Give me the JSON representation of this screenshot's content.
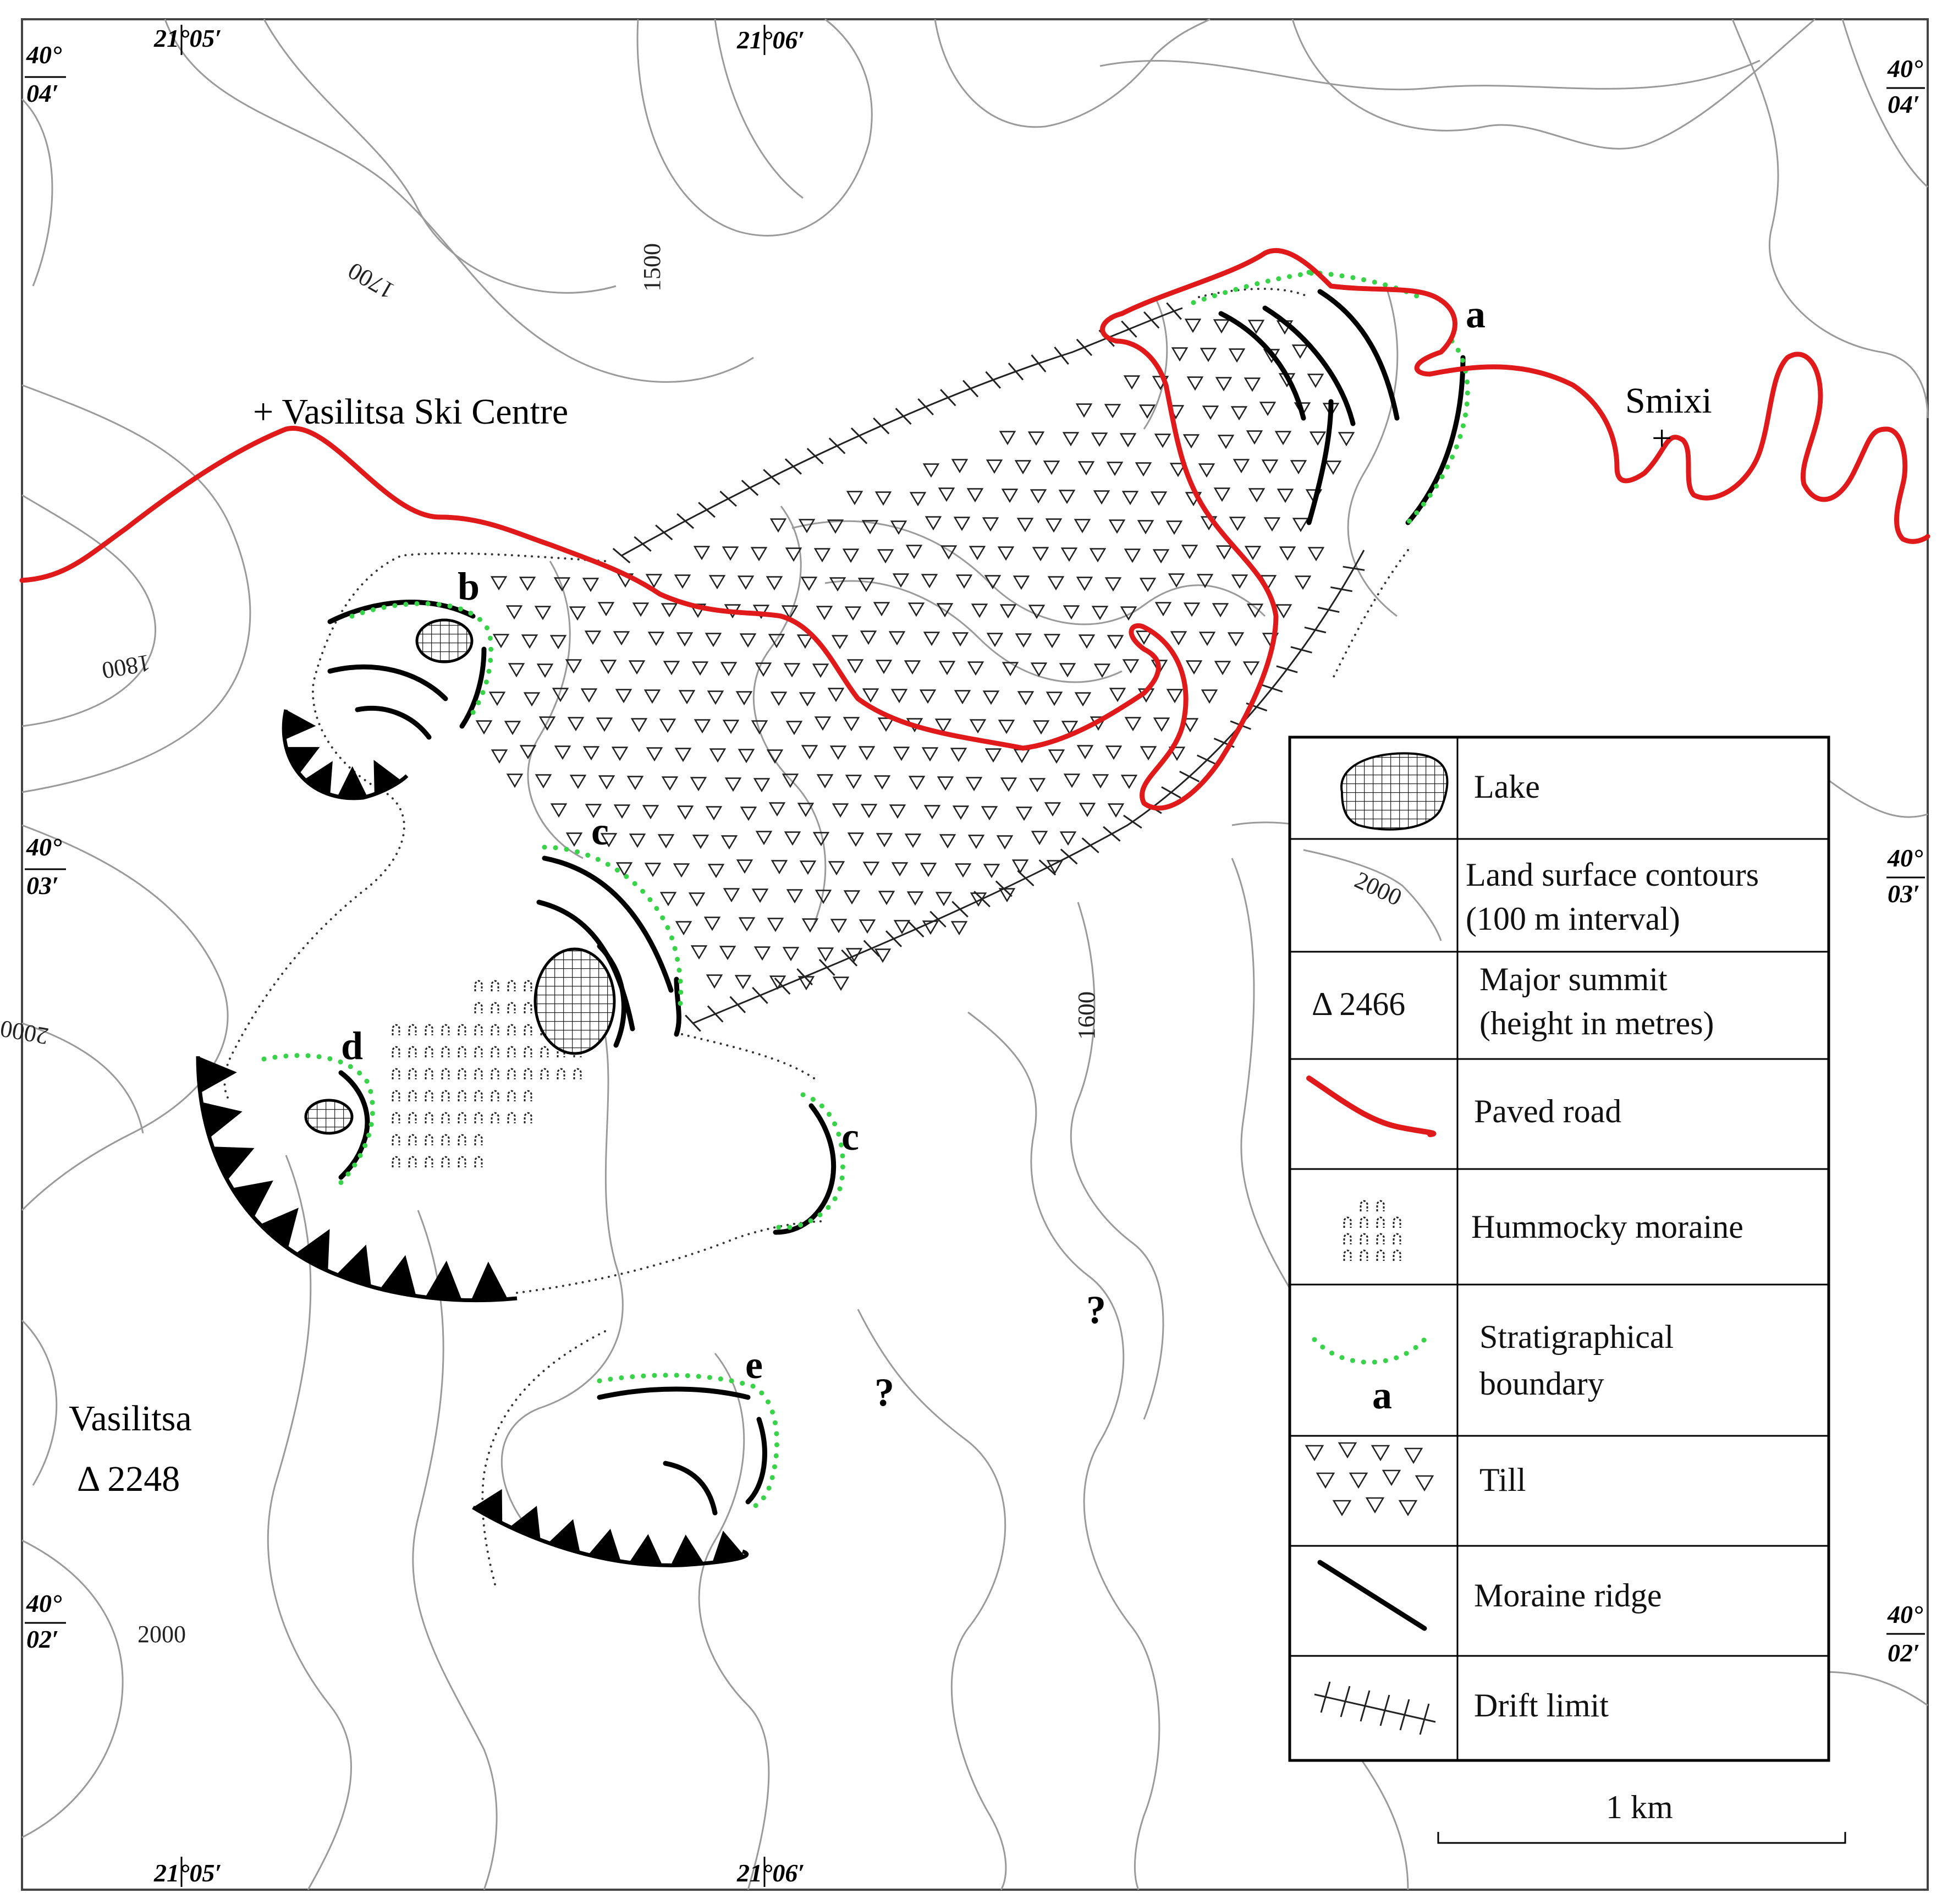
{
  "coordinates": {
    "top_left_lon": "21°05′",
    "top_mid_lon": "21°06′",
    "bottom_left_lon": "21°05′",
    "bottom_mid_lon": "21°06′",
    "lat_04_deg": "40°",
    "lat_04_min": "04′",
    "lat_03_deg": "40°",
    "lat_03_min": "03′",
    "lat_02_deg": "40°",
    "lat_02_min": "02′"
  },
  "places": {
    "ski_centre": "+ Vasilitsa Ski Centre",
    "smixi": "Smixi",
    "smixi_marker": "+",
    "vasilitsa": "Vasilitsa",
    "vasilitsa_height": "Δ 2248"
  },
  "contour_labels": {
    "c1700": "1700",
    "c1500": "1500",
    "c1800": "1800",
    "c2000_left": "2000",
    "c1600": "1600",
    "c2000_bottom": "2000"
  },
  "boundary_letters": {
    "a": "a",
    "b": "b",
    "c_upper": "c",
    "c_lower": "c",
    "d": "d",
    "e": "e"
  },
  "question_marks": [
    "?",
    "?"
  ],
  "legend": {
    "lake": "Lake",
    "contours_line1": "Land surface contours",
    "contours_line2": "(100 m interval)",
    "contours_sample": "2000",
    "summit_sample": "Δ 2466",
    "summit_line1": "Major summit",
    "summit_line2": "(height in metres)",
    "road": "Paved road",
    "hummocky": "Hummocky moraine",
    "strat_line1": "Stratigraphical",
    "strat_line2": "boundary",
    "strat_sample": "a",
    "till": "Till",
    "moraine_ridge": "Moraine ridge",
    "drift_limit": "Drift limit"
  },
  "scale_bar": {
    "label": "1 km"
  },
  "colors": {
    "road": "#e0191b",
    "boundary": "#39d34a",
    "contour": "#9a9a9a",
    "ink": "#000000"
  }
}
